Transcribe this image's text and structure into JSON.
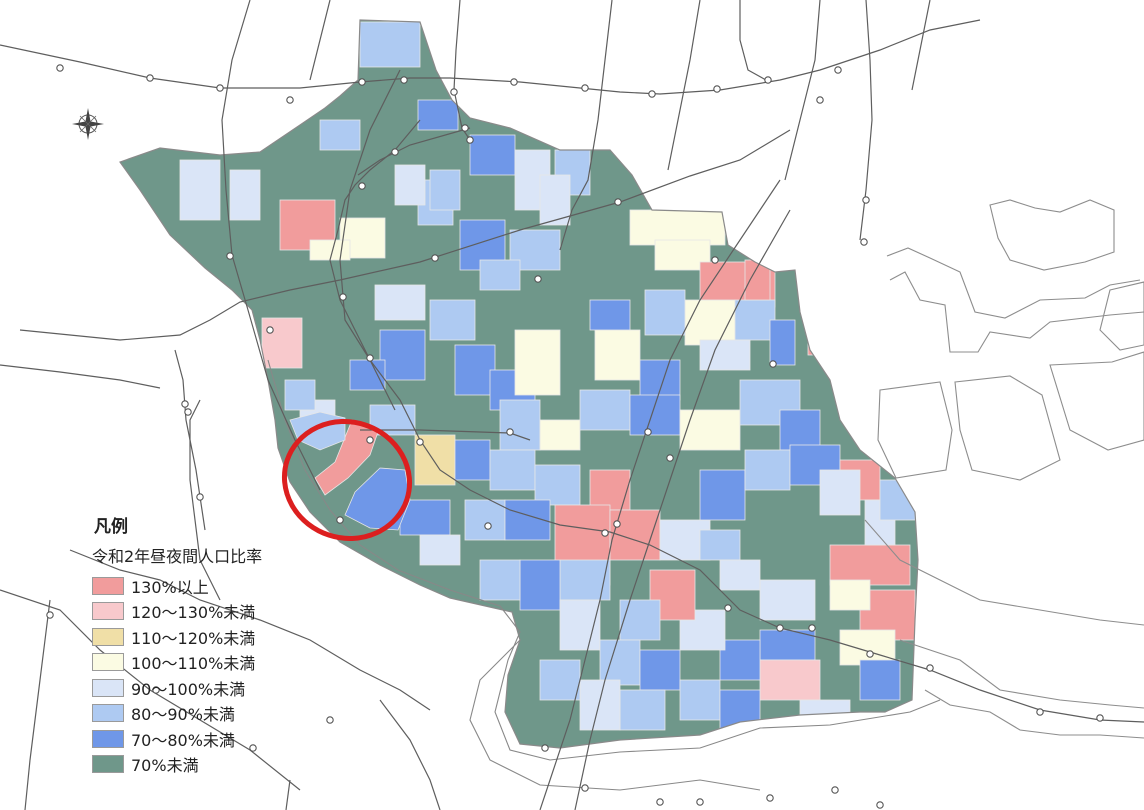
{
  "legend": {
    "title": "凡例",
    "subtitle": "令和2年昼夜間人口比率",
    "items": [
      {
        "label": "130%以上",
        "color": "#f19c9c"
      },
      {
        "label": "120～130%未満",
        "color": "#f8c9cc"
      },
      {
        "label": "110～120%未満",
        "color": "#f0dfa7"
      },
      {
        "label": "100～110%未満",
        "color": "#fbfbe3"
      },
      {
        "label": "90～100%未満",
        "color": "#dae5f7"
      },
      {
        "label": "80～90%未満",
        "color": "#aecaf2"
      },
      {
        "label": "70～80%未満",
        "color": "#6f97e8"
      },
      {
        "label": "70%未満",
        "color": "#6f978a"
      }
    ]
  },
  "highlight": {
    "color": "#dc1f1f"
  }
}
